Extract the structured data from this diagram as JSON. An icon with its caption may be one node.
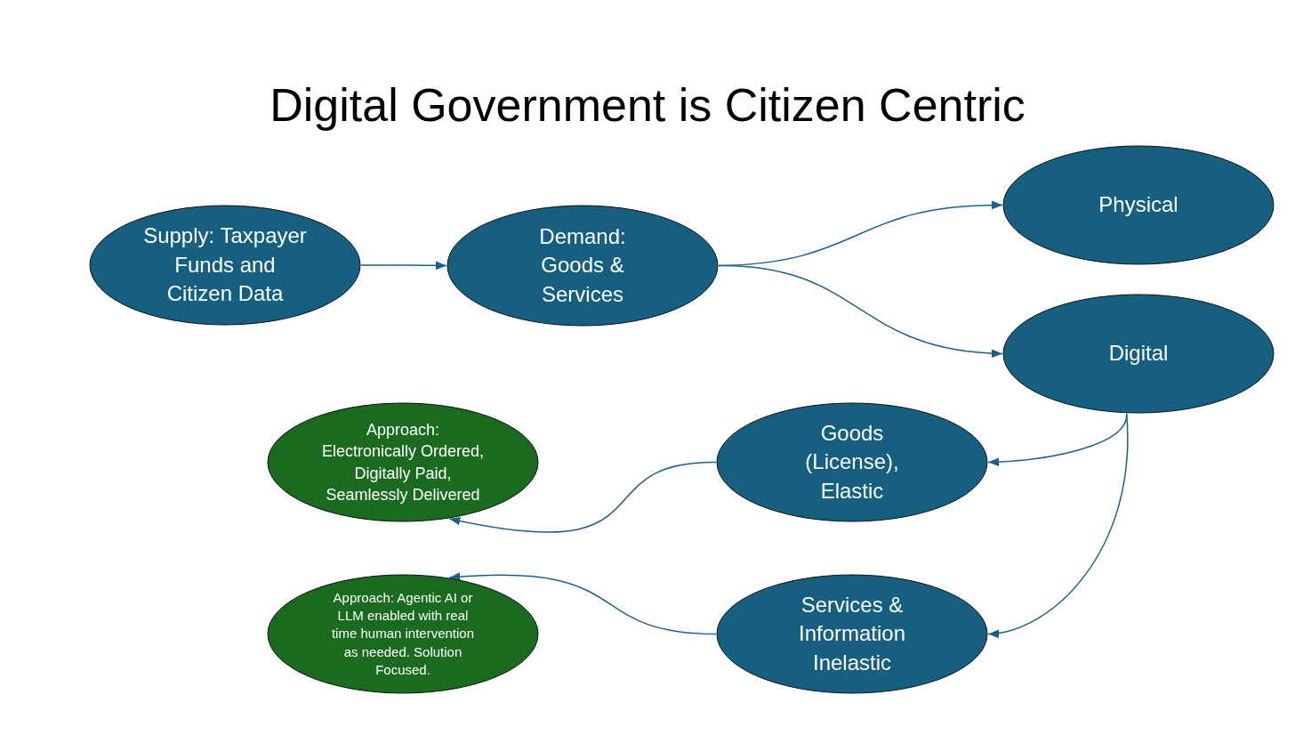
{
  "diagram": {
    "title": "Digital Government is Citizen Centric",
    "nodes": [
      {
        "text": [
          "Supply: Taxpayer Funds and Citizen Data"
        ]
      },
      {
        "text": [
          "Demand: Goods & Services"
        ]
      },
      {
        "text": [
          "Physical"
        ]
      },
      {
        "text": [
          "Digital"
        ]
      },
      {
        "text": [
          "Goods (License), Elastic"
        ]
      },
      {
        "text": [
          "Services & Information Inelastic"
        ]
      },
      {
        "text": [
          "Approach: Electronically Ordered, Digitally Paid, Seamlessly Delivered"
        ]
      },
      {
        "text": [
          "Approach: Agentic AI or LLM enabled with real time human intervention as needed. Solution Focused."
        ]
      }
    ],
    "edges": [
      {
        "from": 0,
        "to": 1,
        "arrow": "to"
      },
      {
        "from": 1,
        "to": 2,
        "arrow": "to"
      },
      {
        "from": 1,
        "to": 3,
        "arrow": "to"
      },
      {
        "from": 3,
        "to": 4,
        "arrow": "to"
      },
      {
        "from": 3,
        "to": 5,
        "arrow": "to"
      },
      {
        "from": 4,
        "to": 6,
        "arrow": "to"
      },
      {
        "from": 5,
        "to": 7,
        "arrow": "to"
      }
    ]
  }
}
